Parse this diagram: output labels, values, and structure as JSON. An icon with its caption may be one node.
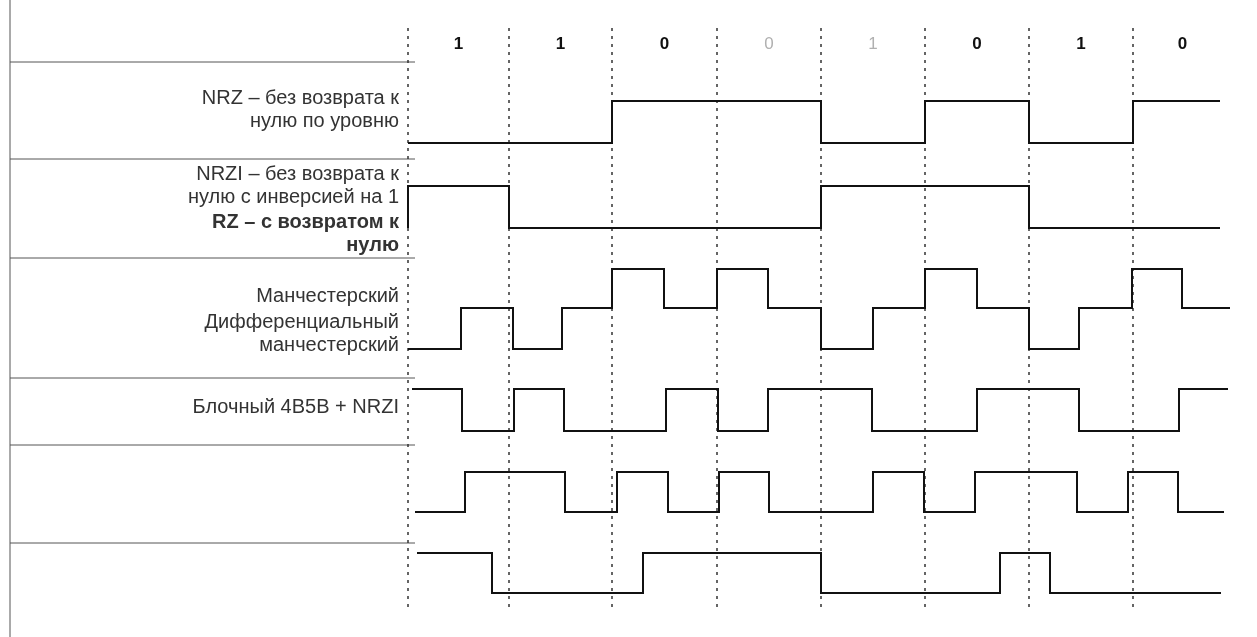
{
  "diagram": {
    "labels": [
      "1",
      "1",
      "0",
      "0",
      "1",
      "0",
      "1",
      "0",
      "NRZ – без возврата к нулю по уровню",
      "NRZI – без возврата к нулю с инверсией на 1",
      "RZ – с возвратом к нулю",
      "Манчестерский",
      "Дифференциальный манчестерский",
      "Блочный 4B5B + NRZI"
    ]
  }
}
